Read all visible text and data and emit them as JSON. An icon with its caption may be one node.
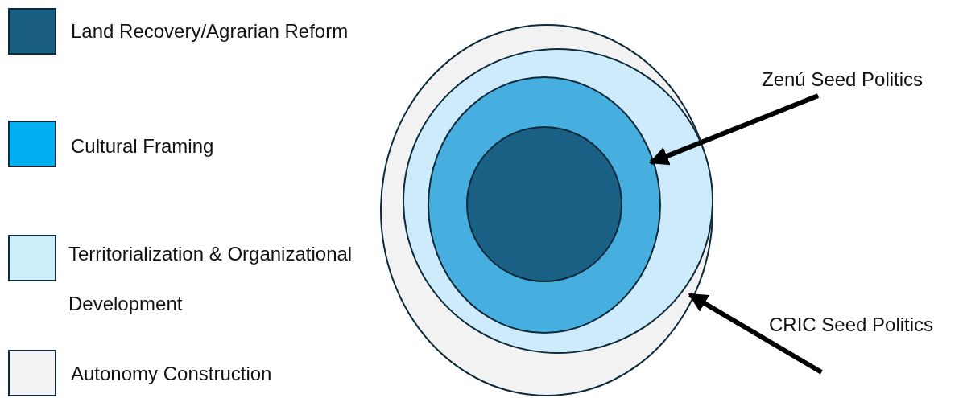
{
  "diagram": {
    "nodes": [
      {
        "text": [],
        "shape": "circle"
      },
      {
        "text": [],
        "shape": "circle",
        "in": 0
      },
      {
        "text": [],
        "shape": "circle",
        "in": 1
      },
      {
        "text": [],
        "shape": "circle",
        "in": 2
      },
      {
        "text": [
          "Zenú Seed Politics"
        ]
      },
      {
        "text": [
          "CRIC Seed Politics"
        ]
      }
    ],
    "edges": [
      {
        "from": 4,
        "to": 2,
        "arrow": "to"
      },
      {
        "from": 5,
        "to": 0,
        "arrow": "to"
      }
    ],
    "legend": [
      {
        "text": "Land Recovery/Agrarian Reform",
        "color": "#1b5e84"
      },
      {
        "text": "Cultural Framing",
        "color": "#00b0f0"
      },
      {
        "text": "Territorialization & Organizational Development",
        "color": "#cdeefb"
      },
      {
        "text": "Autonomy Construction",
        "color": "#f2f2f2"
      }
    ]
  }
}
